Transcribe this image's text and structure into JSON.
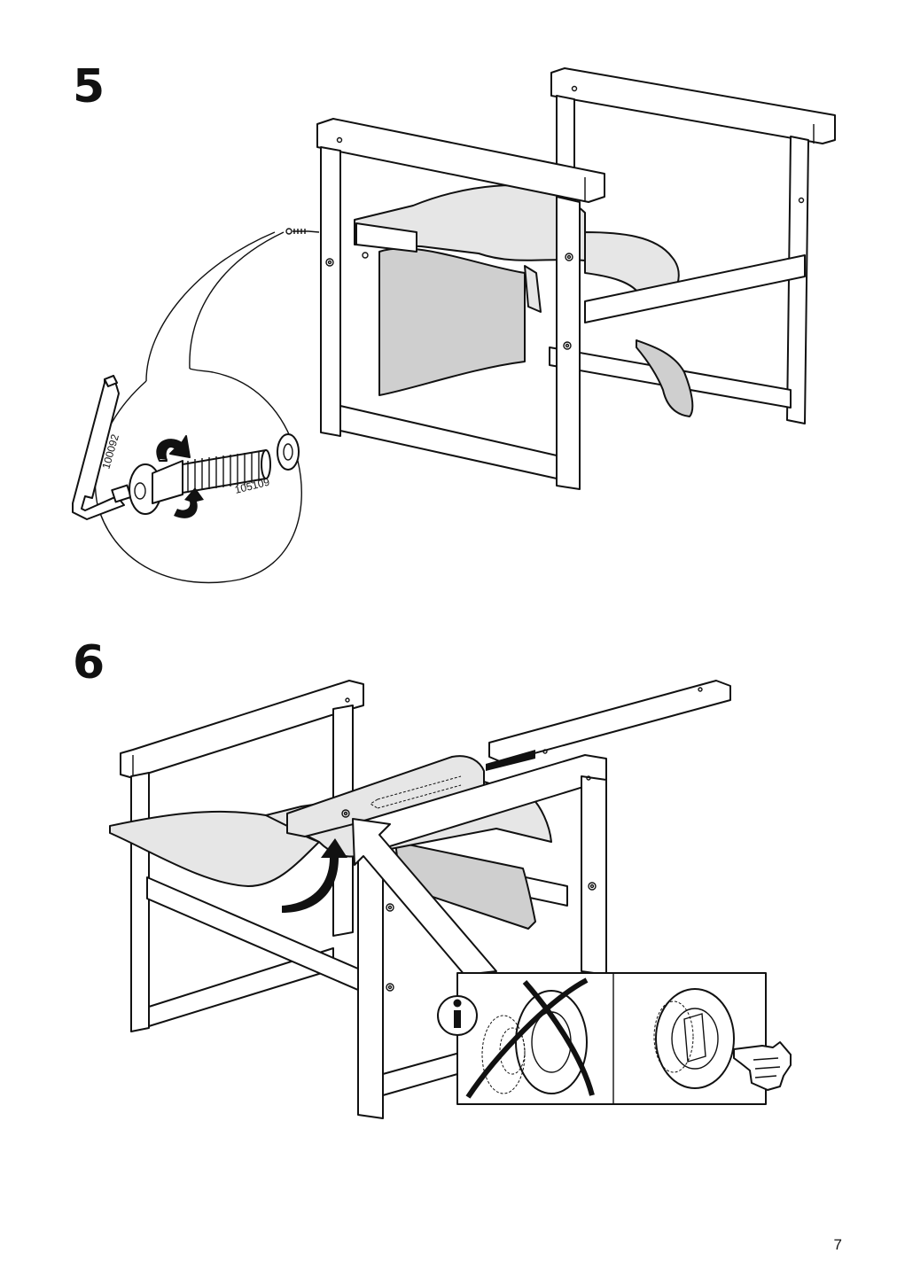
{
  "steps": [
    {
      "number": "5",
      "parts": {
        "allen_key": "100092",
        "bolt": "105109"
      }
    },
    {
      "number": "6"
    }
  ],
  "page_number": "7"
}
